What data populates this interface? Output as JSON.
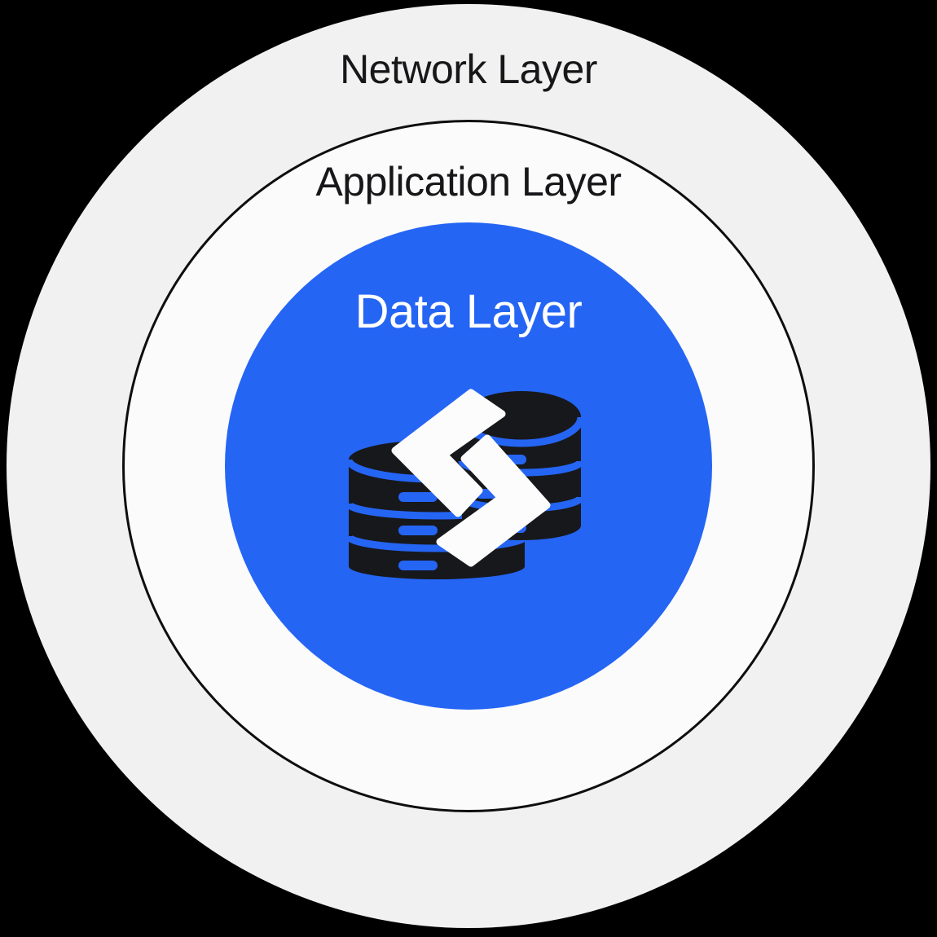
{
  "diagram": {
    "background_color": "#000000",
    "rings": [
      {
        "label": "Network Layer",
        "fill": "#f1f1f1",
        "text_color": "#17171a"
      },
      {
        "label": "Application Layer",
        "fill": "#fbfbfb",
        "text_color": "#17171a",
        "border_color": "#0e0e10"
      },
      {
        "label": "Data Layer",
        "fill": "#2565f4",
        "text_color": "#ffffff"
      }
    ],
    "center_icon": {
      "name": "database-sync-icon",
      "database_fill": "#17181c",
      "accent_blue": "#2565f4",
      "arrow_color": "#fcfcfd"
    }
  }
}
